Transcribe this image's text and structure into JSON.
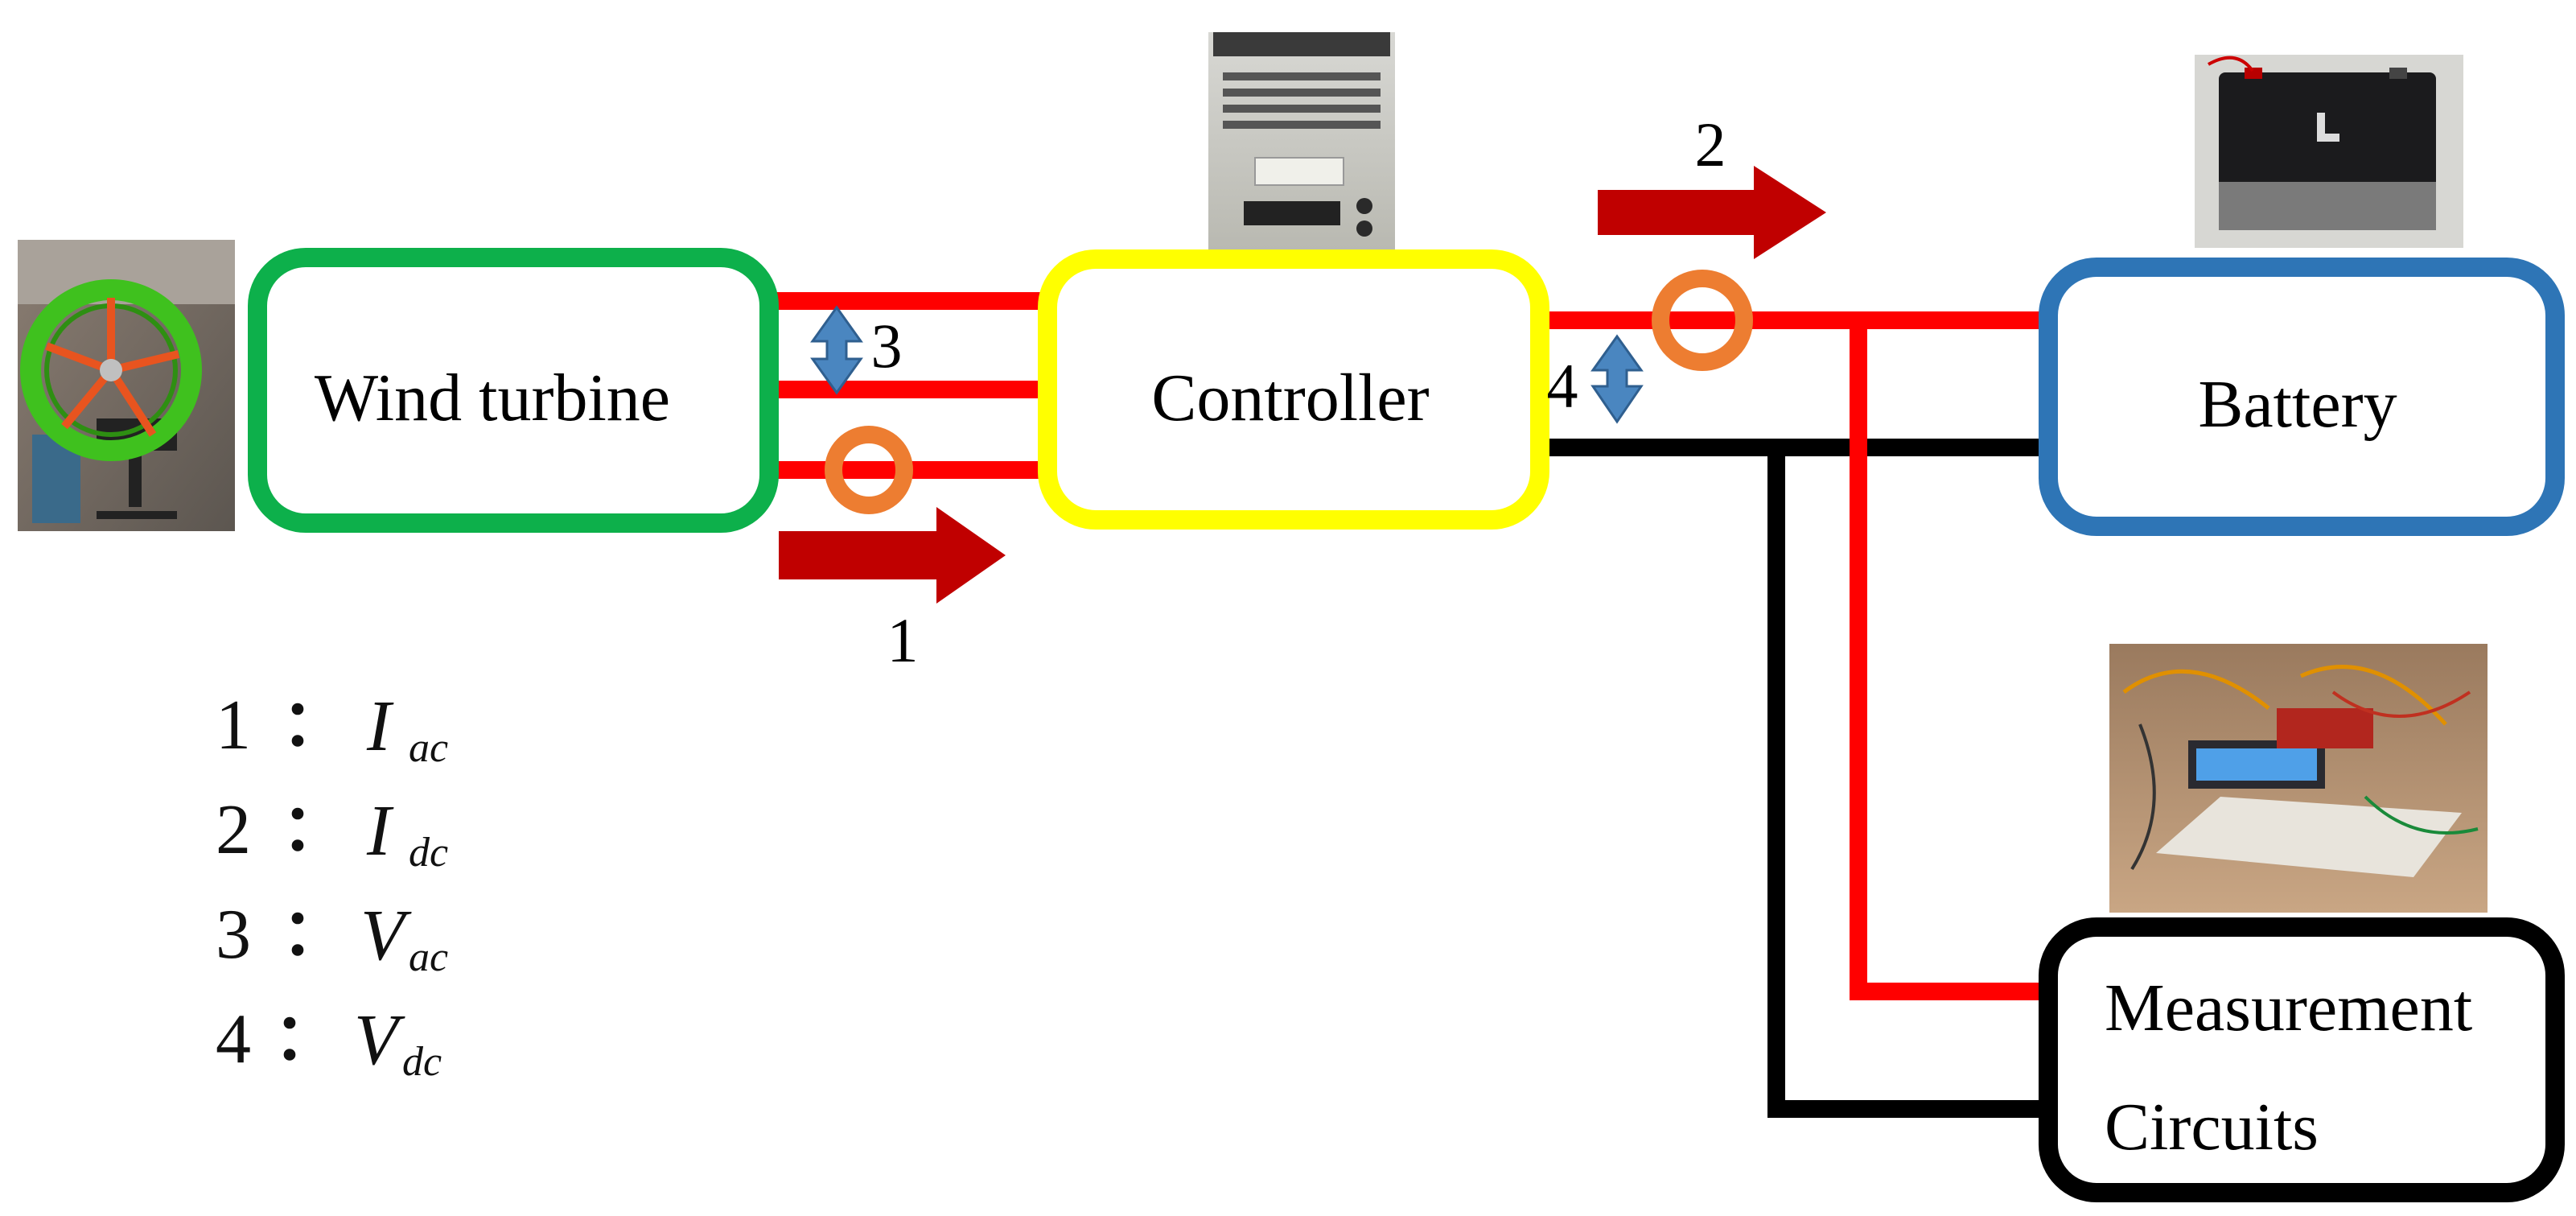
{
  "nodes": {
    "wind_turbine": {
      "label": "Wind turbine",
      "border_color": "#0db04b"
    },
    "controller": {
      "label": "Controller",
      "border_color": "#ffff00"
    },
    "battery": {
      "label": "Battery",
      "border_color": "#2e75b6"
    },
    "measurement": {
      "label_line1": "Measurement",
      "label_line2": "Circuits",
      "border_color": "#000000"
    }
  },
  "markers": {
    "m1": "1",
    "m2": "2",
    "m3": "3",
    "m4": "4"
  },
  "legend": [
    {
      "num": "1",
      "sym": "I",
      "sub": "ac"
    },
    {
      "num": "2",
      "sym": "I",
      "sub": "dc"
    },
    {
      "num": "3",
      "sym": "V",
      "sub": "ac"
    },
    {
      "num": "4",
      "sym": "V",
      "sub": "dc"
    }
  ],
  "legend_colon": "：",
  "colors": {
    "positive_wire": "#ff0000",
    "negative_wire": "#000000",
    "current_arrow": "#c00000",
    "current_sensor": "#ed7d31",
    "voltage_arrow": "#4a86c0"
  },
  "icons": [
    "wind-turbine-photo",
    "power-supply-photo",
    "battery-photo",
    "circuit-board-photo"
  ]
}
